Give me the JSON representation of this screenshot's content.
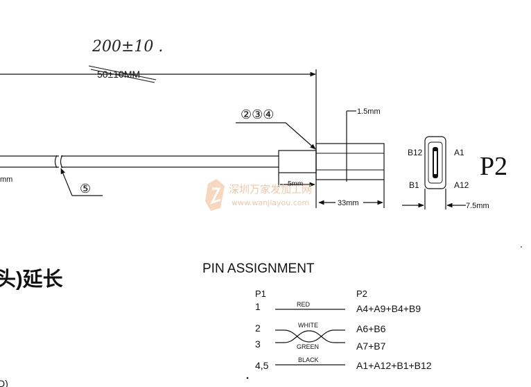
{
  "drawing": {
    "handwritten_length": "200±10 .",
    "printed_length": "50±10MM",
    "callout_234": "②③④",
    "callout_5": "⑤",
    "dim_1_5": "1.5mm",
    "dim_5": "5mm",
    "dim_33": "33mm",
    "dim_7_5": "7.5mm",
    "partial_mm": "mm",
    "plug_label": "P2",
    "pin_b12": "B12",
    "pin_a1": "A1",
    "pin_b1": "B1",
    "pin_a12": "A12"
  },
  "watermark": {
    "cn": "深圳万家发加工网",
    "url": "www.wanjiayou.com"
  },
  "left_title": "头)延长",
  "left_fragment": "D)",
  "pin_assignment": {
    "title": "PIN ASSIGNMENT",
    "p1_header": "P1",
    "p2_header": "P2",
    "rows": [
      {
        "p1": "1",
        "wire": "RED",
        "p2": "A4+A9+B4+B9"
      },
      {
        "p1": "2",
        "wire": "WHITE",
        "p2": "A6+B6"
      },
      {
        "p1": "3",
        "wire": "GREEN",
        "p2": "A7+B7"
      },
      {
        "p1": "4,5",
        "wire": "BLACK",
        "p2": "A1+A12+B1+B12"
      }
    ]
  }
}
